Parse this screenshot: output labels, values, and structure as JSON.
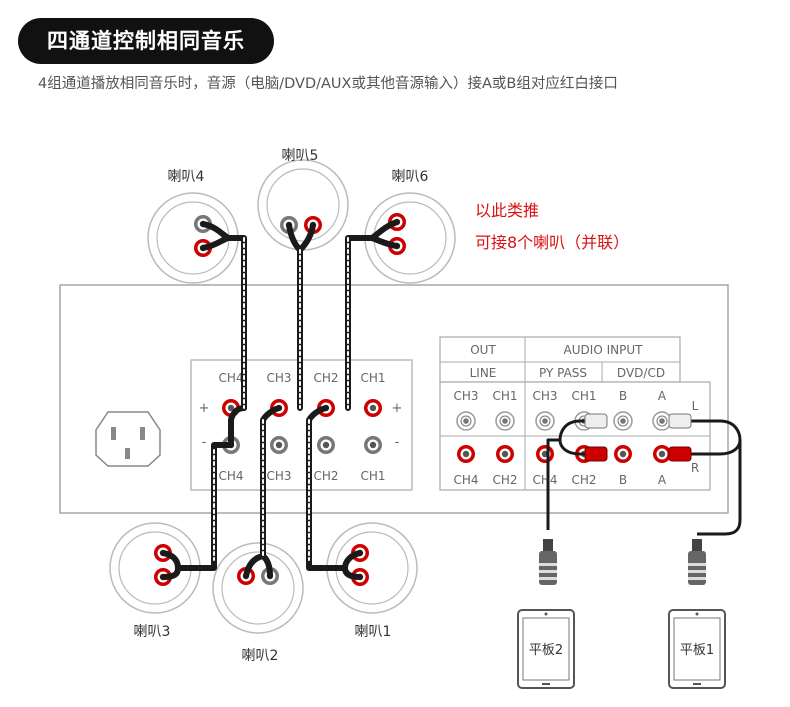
{
  "header": {
    "title": "四通道控制相同音乐",
    "subtitle": "4组通道播放相同音乐时，音源（电脑/DVD/AUX或其他音源输入）接A或B组对应红白接口"
  },
  "speakers": {
    "s1": "喇叭1",
    "s2": "喇叭2",
    "s3": "喇叭3",
    "s4": "喇叭4",
    "s5": "喇叭5",
    "s6": "喇叭6"
  },
  "note": {
    "line1": "以此类推",
    "line2": "可接8个喇叭（并联）"
  },
  "panel": {
    "ch4": "CH4",
    "ch3": "CH3",
    "ch2": "CH2",
    "ch1": "CH1",
    "plus": "+",
    "minus": "-",
    "out": "OUT",
    "line": "LINE",
    "audio_input": "AUDIO INPUT",
    "py_pass": "PY PASS",
    "dvd_cd": "DVD/CD",
    "b": "B",
    "a": "A",
    "l": "L",
    "r": "R"
  },
  "tablets": {
    "t1": "平板1",
    "t2": "平板2"
  },
  "colors": {
    "accent_red": "#dd1111",
    "jack_red": "#cc0000",
    "cable": "#1a1a1a",
    "panel_line": "#999999"
  }
}
